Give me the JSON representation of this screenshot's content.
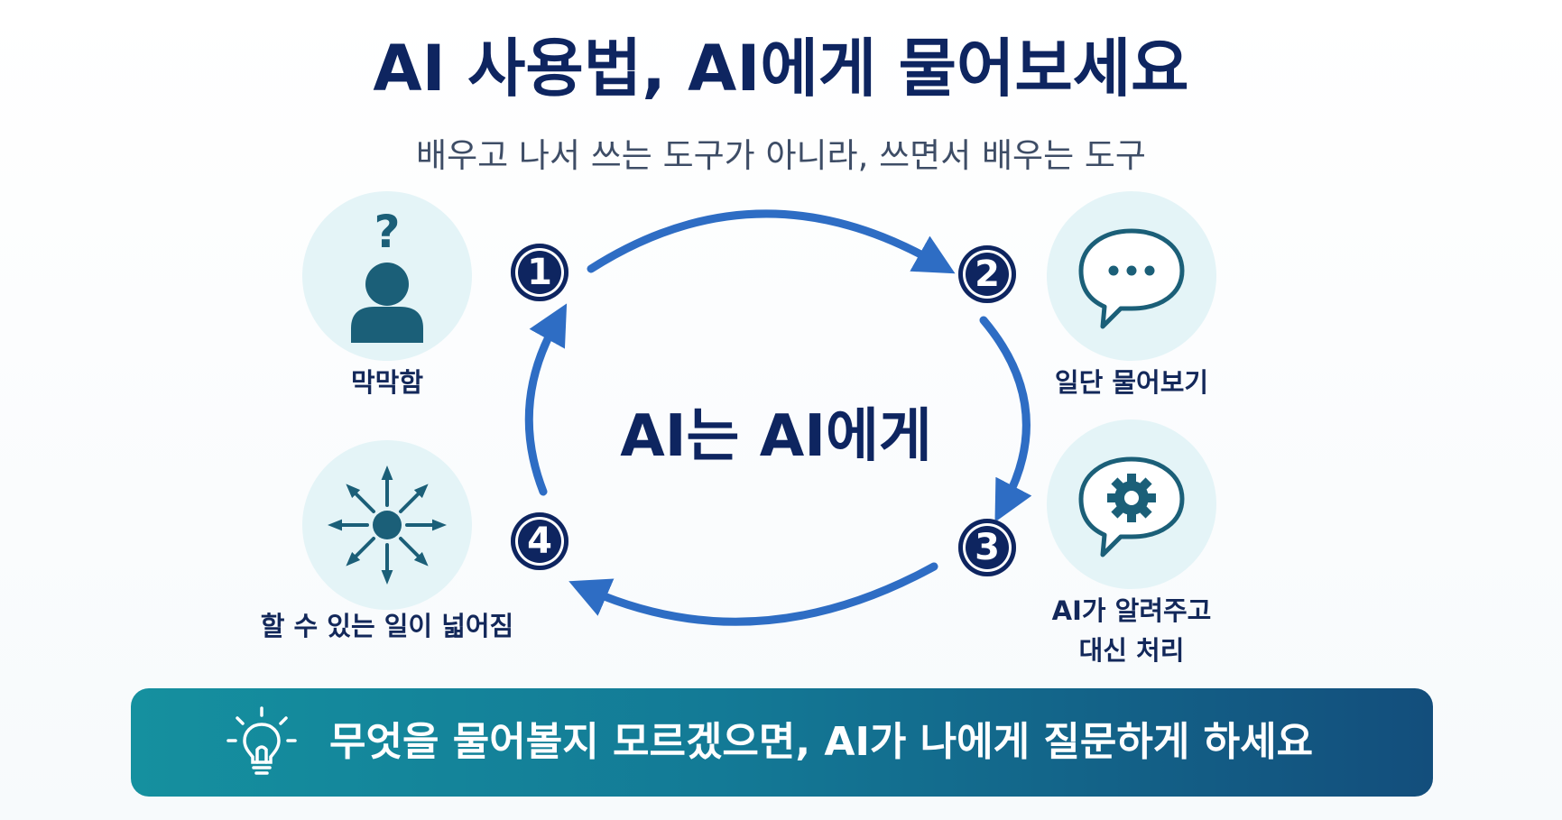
{
  "title": "AI 사용법, AI에게 물어보세요",
  "subtitle": "배우고 나서 쓰는 도구가 아니라, 쓰면서 배우는 도구",
  "center_label": "AI는 AI에게",
  "steps": [
    {
      "number": "1",
      "label": "막막함",
      "icon": "confused-person-icon"
    },
    {
      "number": "2",
      "label": "일단 물어보기",
      "icon": "chat-bubble-icon"
    },
    {
      "number": "3",
      "label_lines": [
        "AI가 알려주고",
        "대신 처리"
      ],
      "icon": "gear-bubble-icon"
    },
    {
      "number": "4",
      "label": "할 수 있는 일이 넓어짐",
      "icon": "expand-arrows-icon"
    }
  ],
  "banner": {
    "text": "무엇을 물어볼지 모르겠으면, AI가 나에게 질문하게 하세요",
    "icon": "lightbulb-icon"
  },
  "colors": {
    "navy": "#0e2560",
    "arrow_blue": "#2e6dc4",
    "icon_teal": "#1b5f78",
    "circle_bg": "#e4f4f7",
    "banner_start": "#15909f",
    "banner_end": "#134e7c"
  }
}
